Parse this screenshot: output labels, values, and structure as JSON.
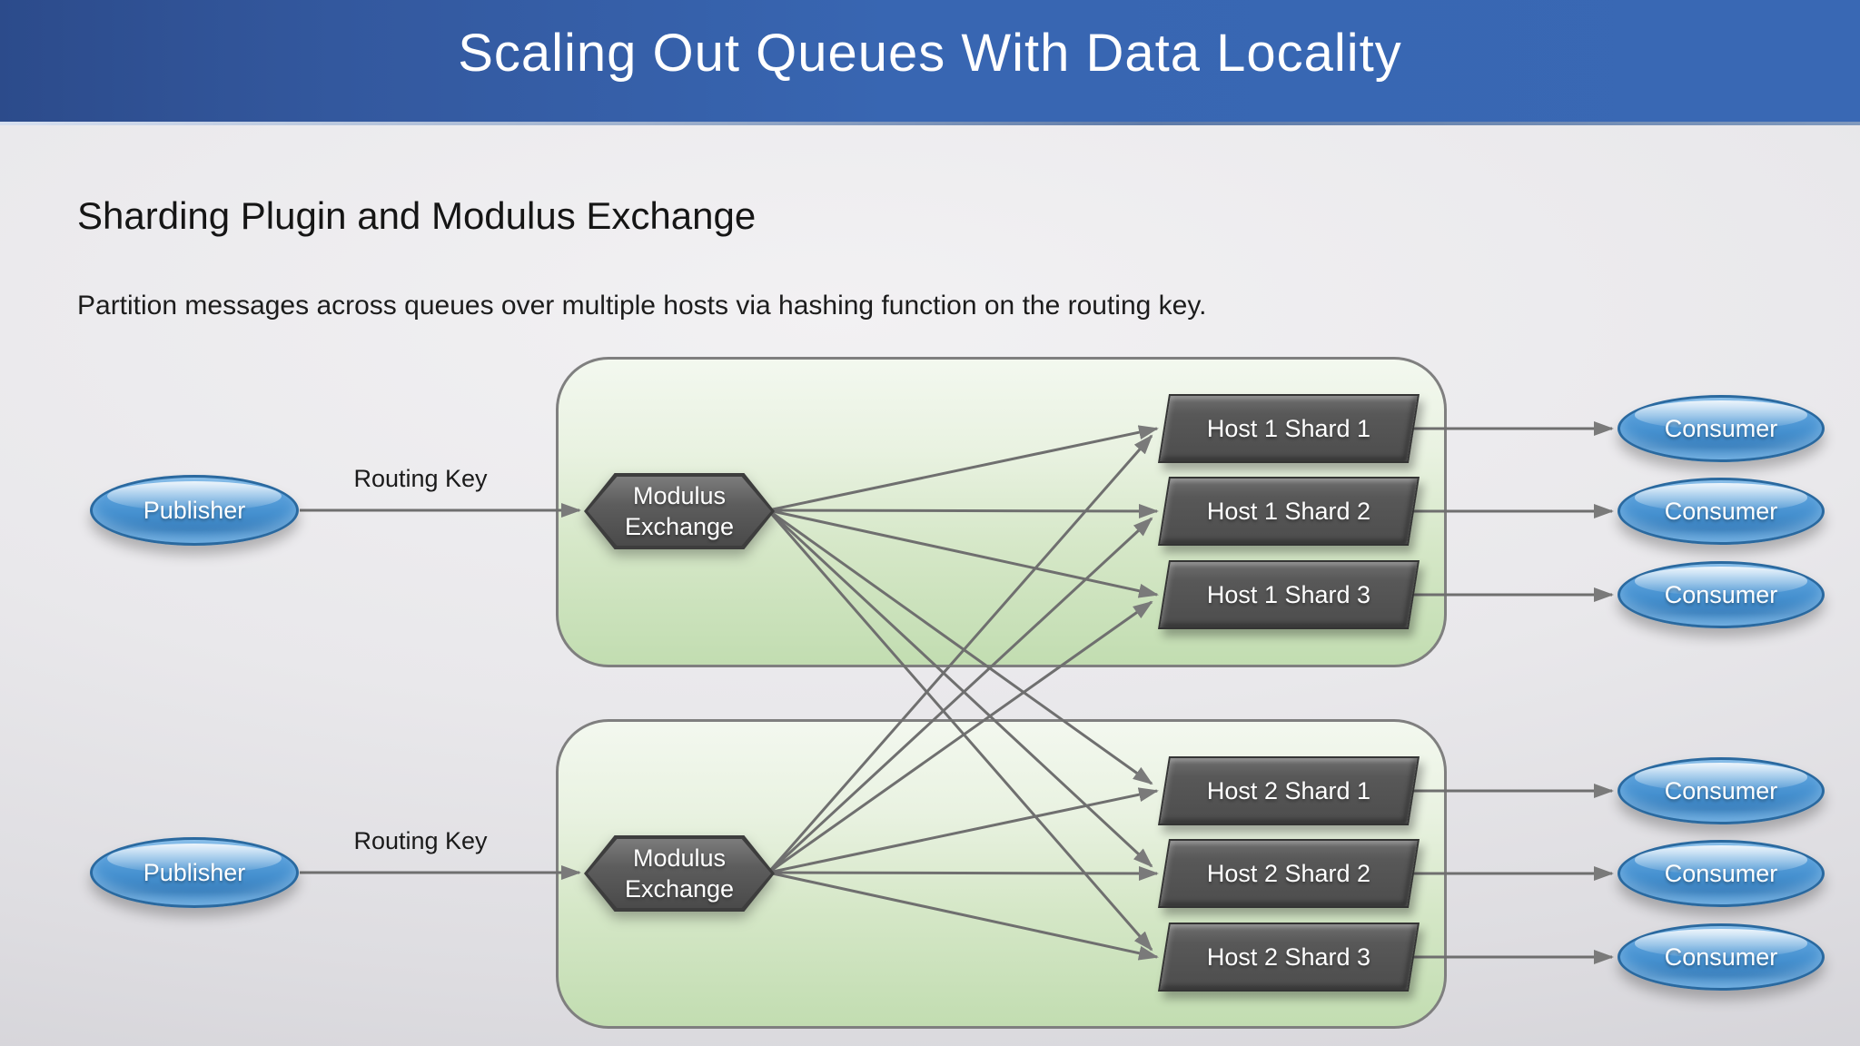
{
  "title_bar": {
    "title": "Scaling Out Queues With Data Locality"
  },
  "heading": "Sharding Plugin and Modulus Exchange",
  "subtitle": "Partition messages across queues over multiple hosts via hashing function on the routing key.",
  "diagram": {
    "publishers": [
      {
        "label": "Publisher"
      },
      {
        "label": "Publisher"
      }
    ],
    "routing_keys": [
      {
        "label": "Routing Key"
      },
      {
        "label": "Routing Key"
      }
    ],
    "exchanges": [
      {
        "line1": "Modulus",
        "line2": "Exchange"
      },
      {
        "line1": "Modulus",
        "line2": "Exchange"
      }
    ],
    "hosts": [
      {
        "label": "Host 1 Shard 1"
      },
      {
        "label": "Host 1 Shard 2"
      },
      {
        "label": "Host 1 Shard 3"
      },
      {
        "label": "Host 2 Shard 1"
      },
      {
        "label": "Host 2 Shard 2"
      },
      {
        "label": "Host 2 Shard 3"
      }
    ],
    "consumers": [
      {
        "label": "Consumer"
      },
      {
        "label": "Consumer"
      },
      {
        "label": "Consumer"
      },
      {
        "label": "Consumer"
      },
      {
        "label": "Consumer"
      },
      {
        "label": "Consumer"
      }
    ],
    "colors": {
      "title_bar_blue": "#3866b2",
      "panel_green": "#c2ddb1",
      "node_blue": "#4590cf",
      "shape_gray": "#565656",
      "connector_gray": "#6f6f6f"
    }
  }
}
